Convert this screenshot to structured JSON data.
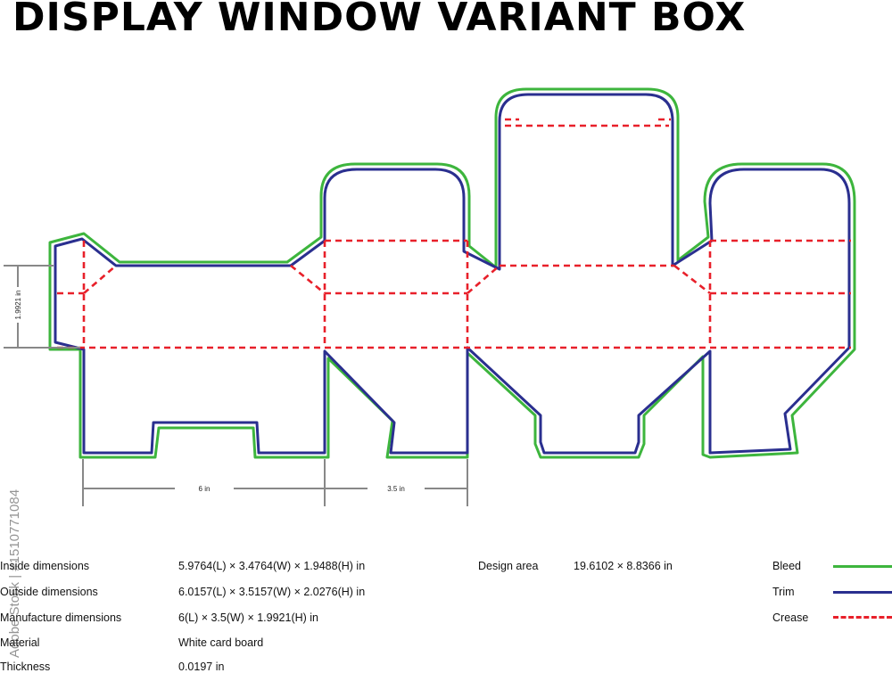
{
  "title": "DISPLAY WINDOW VARIANT BOX",
  "colors": {
    "bleed": "#3db53d",
    "trim": "#2a2f8f",
    "crease": "#e8202a",
    "dimension": "#888888"
  },
  "dimensions": {
    "height_marker": "1.9921 in",
    "width_1": "6 in",
    "width_2": "3.5 in"
  },
  "specs": [
    {
      "label": "Inside dimensions",
      "value": "5.9764(L) × 3.4764(W) × 1.9488(H) in"
    },
    {
      "label": "Outside dimensions",
      "value": "6.0157(L) × 3.5157(W) × 2.0276(H) in"
    },
    {
      "label": "Manufacture dimensions",
      "value": "6(L) × 3.5(W) × 1.9921(H) in"
    },
    {
      "label": "Material",
      "value": "White card board"
    },
    {
      "label": "Thickness",
      "value": "0.0197 in"
    }
  ],
  "design_area": {
    "label": "Design area",
    "value": "19.6102 × 8.8366 in"
  },
  "legend": [
    {
      "label": "Bleed",
      "style": "solid",
      "color": "#3db53d"
    },
    {
      "label": "Trim",
      "style": "solid",
      "color": "#2a2f8f"
    },
    {
      "label": "Crease",
      "style": "dashed",
      "color": "#e8202a"
    }
  ],
  "watermark": "Adobe Stock | #1510771084"
}
